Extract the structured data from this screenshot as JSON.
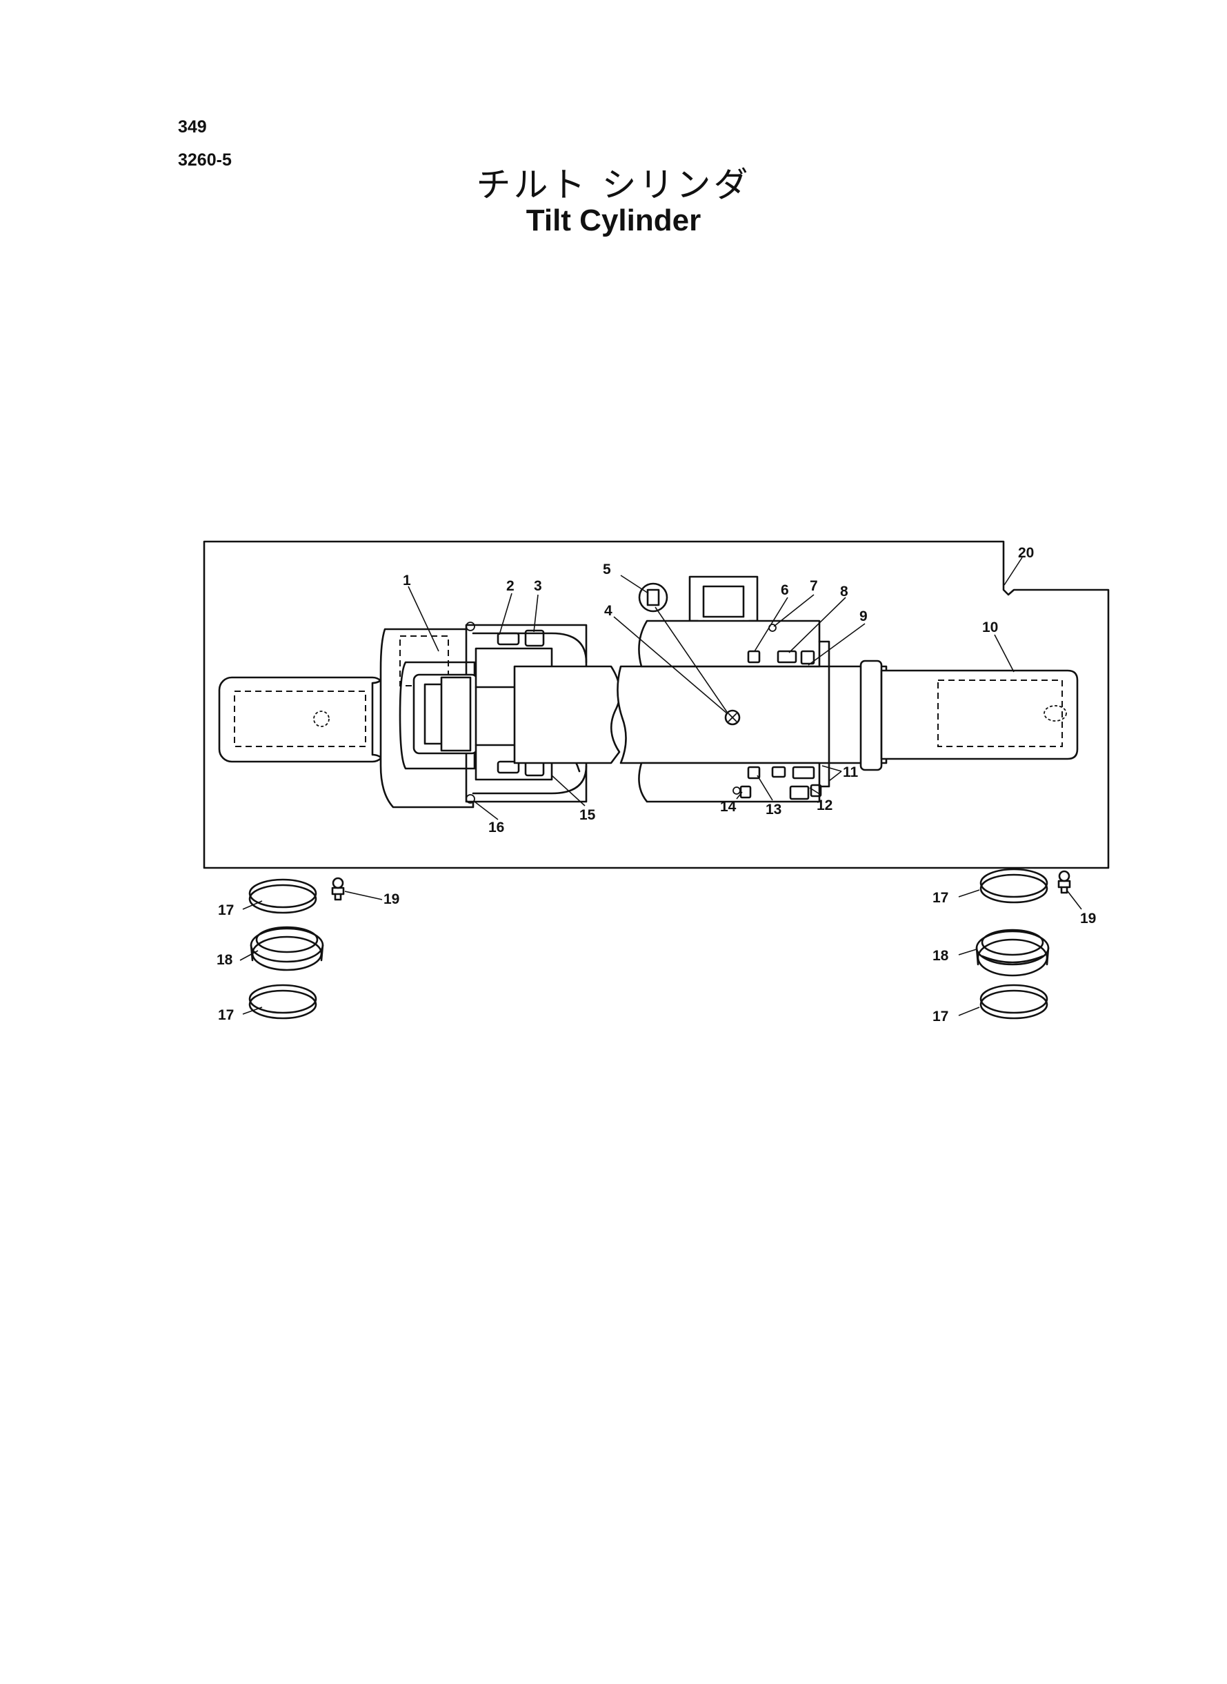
{
  "header": {
    "page_number": "349",
    "section_code": "3260-5"
  },
  "title": {
    "japanese": "チルト シリンダ",
    "english": "Tilt Cylinder"
  },
  "callouts": {
    "c1": "1",
    "c2": "2",
    "c3": "3",
    "c4": "4",
    "c5": "5",
    "c6": "6",
    "c7": "7",
    "c8": "8",
    "c9": "9",
    "c10": "10",
    "c11": "11",
    "c12": "12",
    "c13": "13",
    "c14": "14",
    "c15": "15",
    "c16": "16",
    "c17a": "17",
    "c17b": "17",
    "c17c": "17",
    "c17d": "17",
    "c18a": "18",
    "c18b": "18",
    "c19a": "19",
    "c19b": "19",
    "c20": "20"
  }
}
